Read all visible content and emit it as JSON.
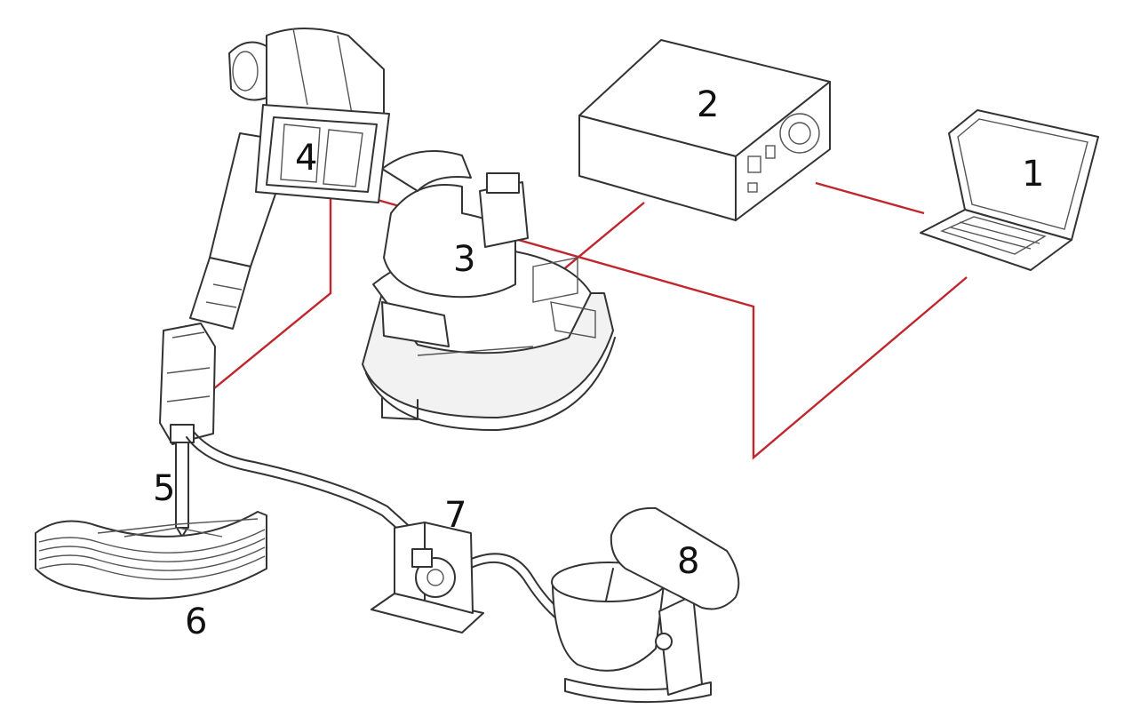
{
  "labels": {
    "laptop": "1",
    "controller": "2",
    "robot_base": "3",
    "robot_head": "4",
    "nozzle": "5",
    "printed_part": "6",
    "pump": "7",
    "mixer": "8"
  },
  "colors": {
    "connection_line": "#c0262d",
    "outline": "#333333"
  }
}
